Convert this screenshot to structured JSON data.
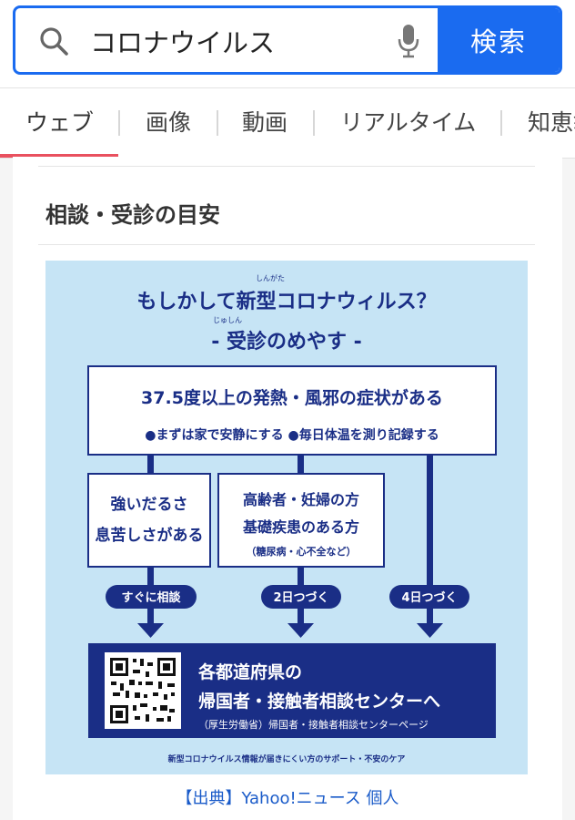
{
  "search": {
    "query": "コロナウイルス",
    "button_label": "検索"
  },
  "tabs": [
    {
      "label": "ウェブ",
      "active": true
    },
    {
      "label": "画像"
    },
    {
      "label": "動画"
    },
    {
      "label": "リアルタイム"
    },
    {
      "label": "知恵袋"
    }
  ],
  "section": {
    "title": "相談・受診の目安"
  },
  "figure": {
    "title_line1": "もしかして新型コロナウィルス？",
    "title_line1_ruby": "しんがた",
    "title_line2": "- 受診のめやす -",
    "title_line2_ruby": "じゅしん",
    "symptoms": "37.5度以上の発熱・風邪の症状がある",
    "advice": "●まずは家で安静にする ●毎日体温を測り記録する",
    "left_box": [
      "強いだるさ",
      "息苦しさがある"
    ],
    "middle_box": [
      "高齢者・妊婦の方",
      "基礎疾患のある方",
      "（糖尿病・心不全など）"
    ],
    "labels": [
      "すぐに相談",
      "2日つづく",
      "4日つづく"
    ],
    "center_title": [
      "各都道府県の",
      "帰国者・接触者相談センターへ"
    ],
    "center_sub": "（厚生労働省）帰国者・接触者相談センターページ",
    "footer": "新型コロナウイルス情報が届きにくい方のサポート・不安のケア",
    "colors": {
      "bg": "#c6e4f5",
      "navy": "#1a2e86",
      "box_border": "#1a2e86"
    }
  },
  "source": {
    "text": "【出典】Yahoo!ニュース 個人"
  }
}
